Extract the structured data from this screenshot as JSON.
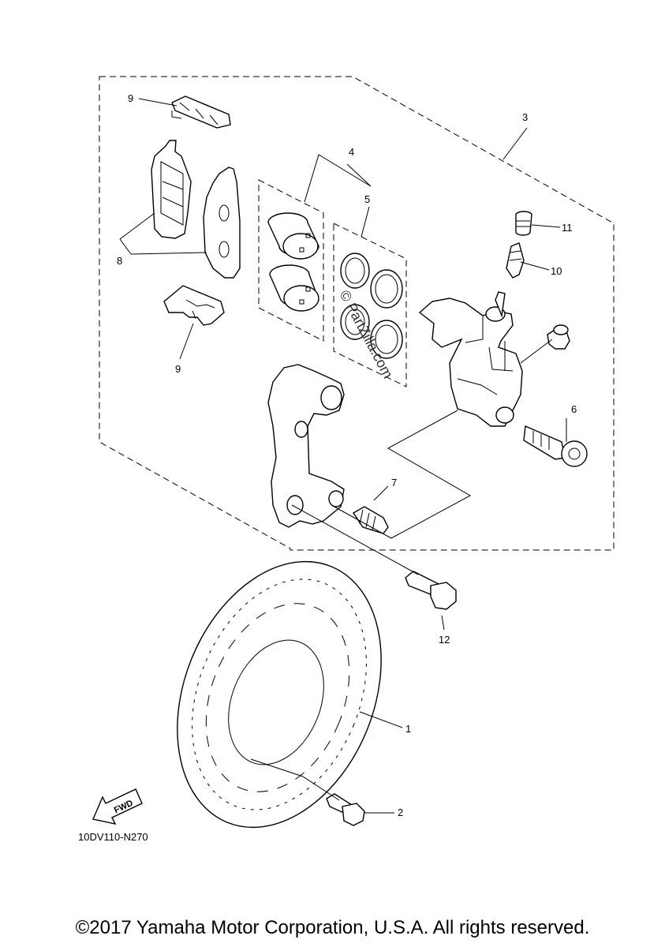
{
  "labels": {
    "p1": "1",
    "p2": "2",
    "p3": "3",
    "p4": "4",
    "p5": "5",
    "p6": "6",
    "p7": "7",
    "p8": "8",
    "p9_top": "9",
    "p9_bottom": "9",
    "p10": "10",
    "p11": "11",
    "p12": "12"
  },
  "diagram_code": "10DV110-N270",
  "fwd_label": "FWD",
  "watermark": "© PartZilla.com",
  "copyright": "©2017 Yamaha Motor Corporation, U.S.A. All rights reserved."
}
